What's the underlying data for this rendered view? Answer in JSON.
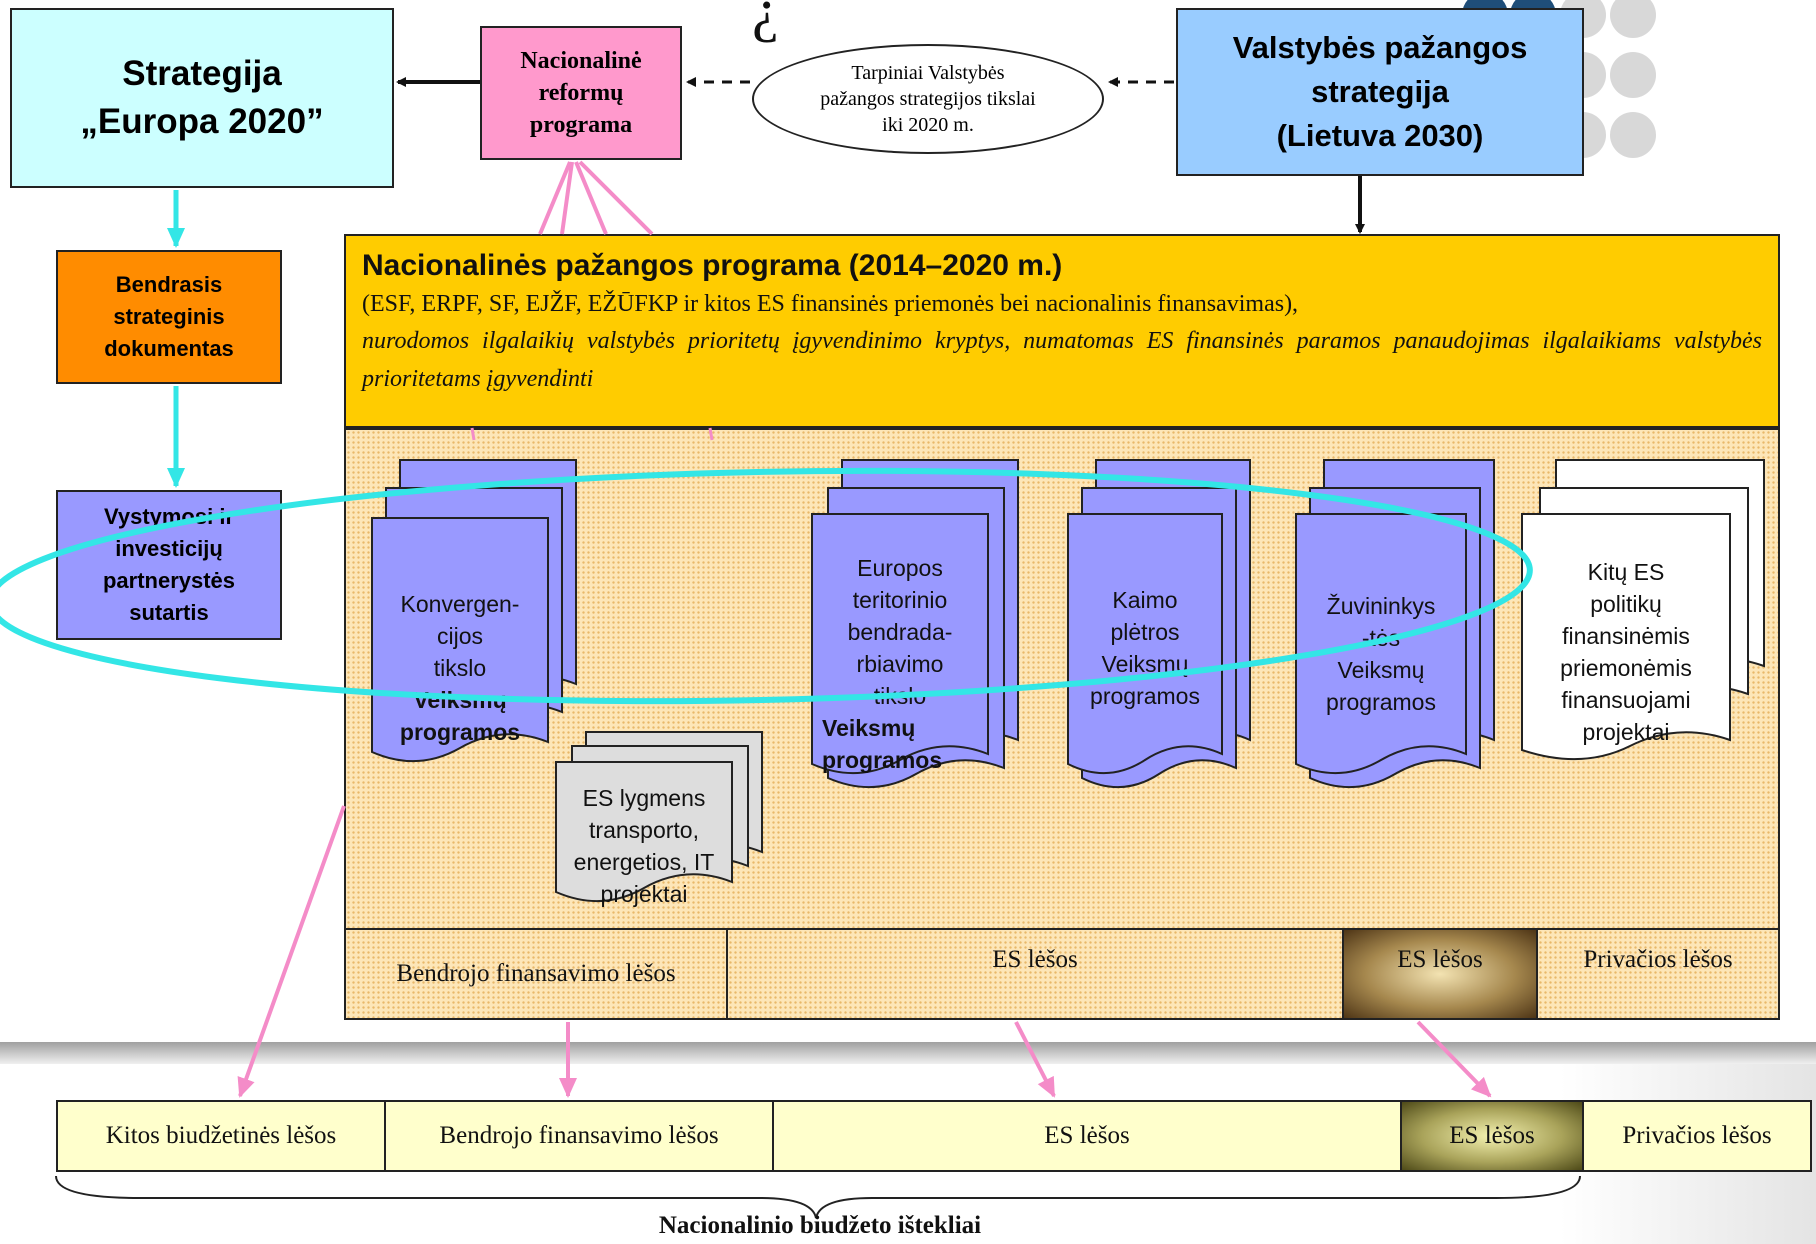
{
  "stray_glyph": "¿",
  "europe2020": {
    "line1": "Strategija",
    "line2": "„Europa 2020”"
  },
  "nrp": {
    "line1": "Nacionalinė",
    "line2": "reformų",
    "line3": "programa"
  },
  "intermediate": {
    "text": "Tarpiniai Valstybės pažangos strategijos tikslai iki 2020 m."
  },
  "lithuania2030": {
    "line1": "Valstybės pažangos",
    "line2": "strategija",
    "line3": "(Lietuva 2030)"
  },
  "bsd": {
    "line1": "Bendrasis",
    "line2": "strateginis",
    "line3": "dokumentas"
  },
  "vips": {
    "line1": "Vystymosi ir",
    "line2": "investicijų",
    "line3": "partnerystės",
    "line4": "sutartis"
  },
  "npp": {
    "title": "Nacionalinės pažangos programa (2014–2020 m.)",
    "subtitle": "(ESF, ERPF, SF, EJŽF, EŽŪFKP ir kitos ES finansinės priemonės bei nacionalinis finansavimas),",
    "description": "nurodomos ilgalaikių valstybės prioritetų įgyvendinimo kryptys, numatomas ES finansinės paramos panaudojimas ilgalaikiams valstybės prioritetams įgyvendinti"
  },
  "documents": {
    "convergence": {
      "l1": "Konvergen-",
      "l2": "cijos",
      "l3": "tikslo",
      "l4": "Veiksmų",
      "l5": "programos"
    },
    "eu_transport": {
      "l1": "ES lygmens",
      "l2": "transporto,",
      "l3": "energetios, IT",
      "l4": "projektai"
    },
    "territorial": {
      "l1": "Europos",
      "l2": "teritorinio",
      "l3": "bendrada-",
      "l4": "rbiavimo",
      "l5": "tikslo",
      "l6": "Veiksmų",
      "l7": "programos"
    },
    "rural": {
      "l1": "Kaimo",
      "l2": "plėtros",
      "l3": "Veiksmų",
      "l4": "programos"
    },
    "fisheries": {
      "l1": "Žuvininkys",
      "l2": "-tės",
      "l3": "Veiksmų",
      "l4": "programos"
    },
    "other_eu": {
      "l1": "Kitų ES",
      "l2": "politikų",
      "l3": "finansinėmis",
      "l4": "priemonėmis",
      "l5": "finansuojami",
      "l6": "projektai"
    }
  },
  "funds_row": [
    "Bendrojo finansavimo lėšos",
    "ES lėšos",
    "ES lėšos",
    "Privačios lėšos"
  ],
  "budget_row": [
    "Kitos biudžetinės lėšos",
    "Bendrojo finansavimo lėšos",
    "ES lėšos",
    "ES lėšos",
    "Privačios lėšos"
  ],
  "budget_label": "Nacionalinio biudžeto ištekliai",
  "colors": {
    "cyan": "#ccffff",
    "pink": "#ff99cc",
    "blue": "#99ccff",
    "orange": "#ff8c00",
    "purple": "#9999ff",
    "gold": "#ffcc00",
    "yellow": "#ffffcc",
    "grey_doc": "#dddddd",
    "arrow_cyan": "#33e6e6",
    "arrow_pink": "#f48cc8"
  }
}
